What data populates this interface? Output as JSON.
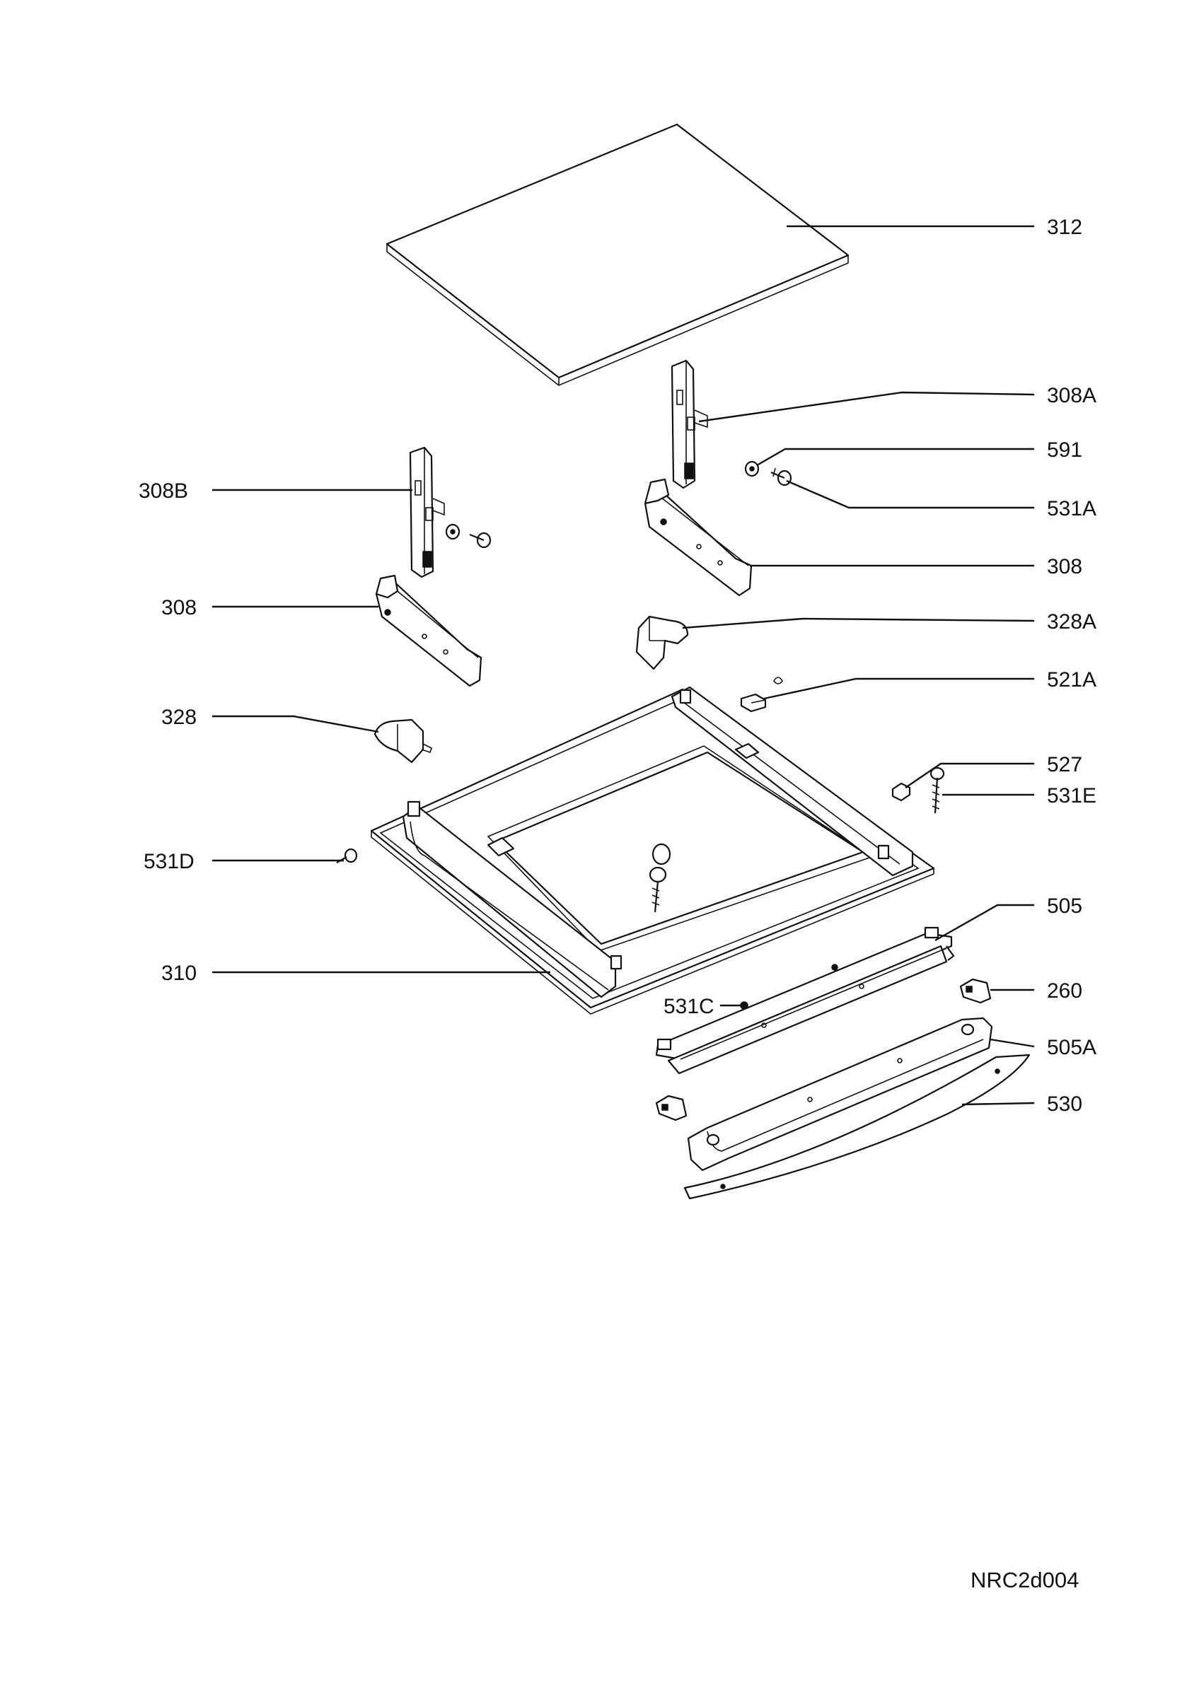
{
  "labels": {
    "p312": "312",
    "p308A": "308A",
    "p591": "591",
    "p531A": "531A",
    "p308B": "308B",
    "p308_right": "308",
    "p308_left": "308",
    "p328A": "328A",
    "p521A": "521A",
    "p328": "328",
    "p527": "527",
    "p531E": "531E",
    "p531D": "531D",
    "p505": "505",
    "p310": "310",
    "p260": "260",
    "p531C": "531C",
    "p505A": "505A",
    "p530": "530"
  },
  "drawing_code": "NRC2d004"
}
